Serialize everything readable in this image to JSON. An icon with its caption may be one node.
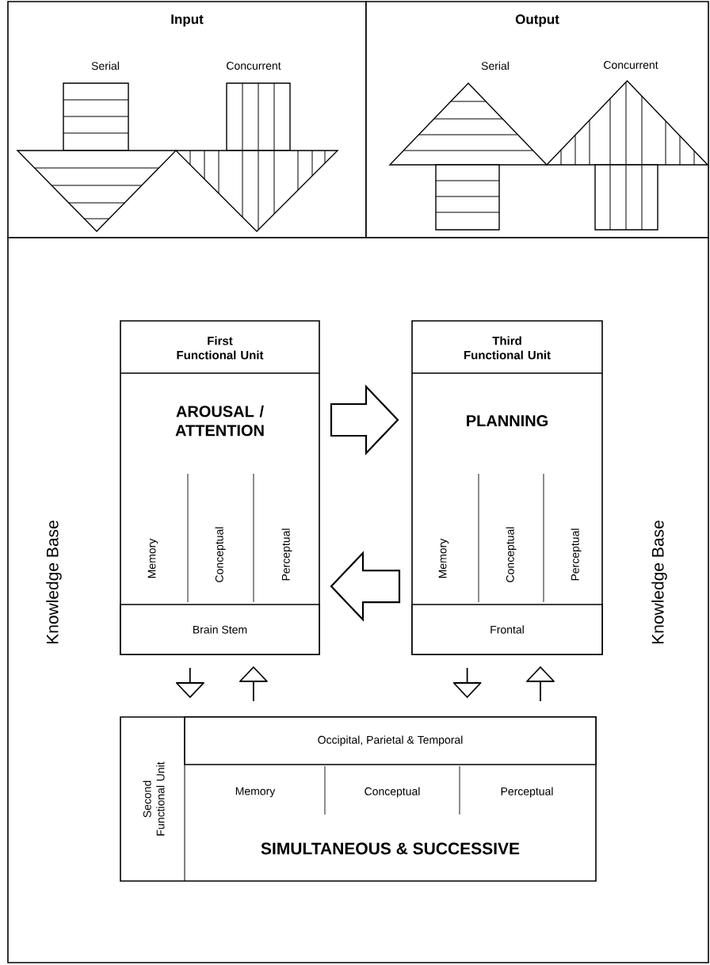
{
  "diagram": {
    "nodes": [
      {
        "text": [
          "Input"
        ]
      },
      {
        "text": [
          "Output"
        ]
      },
      {
        "text": [
          "Knowledge Base",
          "Knowledge Base"
        ]
      },
      {
        "text": [
          "First Functional Unit",
          "AROUSAL / ATTENTION"
        ],
        "in": 2
      },
      {
        "text": [
          "Brain Stem"
        ],
        "in": 3
      },
      {
        "text": [
          "Third Functional Unit",
          "PLANNING"
        ],
        "in": 2
      },
      {
        "text": [
          "Frontal"
        ],
        "in": 5
      },
      {
        "text": [
          "Second Functional Unit",
          "SIMULTANEOUS & SUCCESSIVE"
        ],
        "in": 2
      },
      {
        "text": [
          "Occipital, Parietal & Temporal"
        ],
        "in": 7
      }
    ],
    "edges": [
      {
        "from": 3,
        "to": 5,
        "arrow": "to"
      },
      {
        "from": 5,
        "to": 3,
        "arrow": "to"
      },
      {
        "from": 3,
        "to": 7,
        "arrow": "to"
      },
      {
        "from": 7,
        "to": 3,
        "arrow": "to"
      },
      {
        "from": 5,
        "to": 7,
        "arrow": "to"
      },
      {
        "from": 7,
        "to": 5,
        "arrow": "to"
      }
    ],
    "labels": [
      "Serial",
      "Concurrent",
      "Serial",
      "Concurrent",
      "Memory",
      "Conceptual",
      "Perceptual",
      "Memory",
      "Conceptual",
      "Perceptual",
      "Memory",
      "Conceptual",
      "Perceptual"
    ]
  }
}
